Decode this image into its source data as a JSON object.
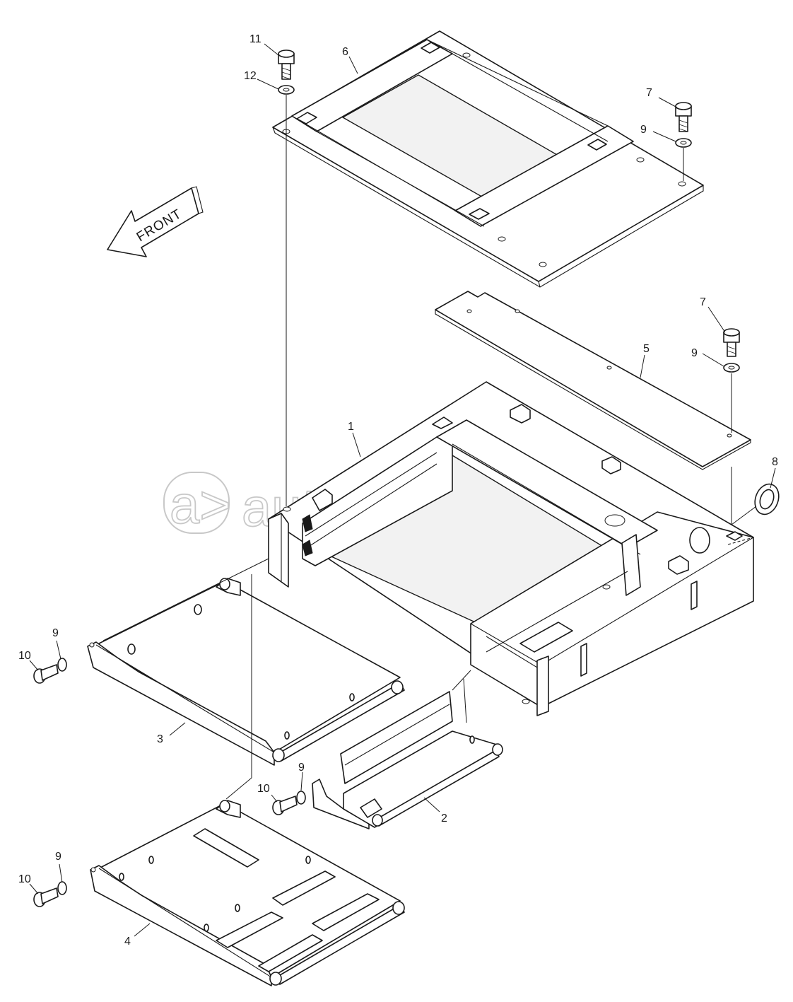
{
  "direction_label": "FRONT",
  "watermark": {
    "mark": "a>",
    "text": "autopiter.ru"
  },
  "callouts": {
    "c1": "1",
    "c2": "2",
    "c3": "3",
    "c4": "4",
    "c5": "5",
    "c6": "6",
    "c7_top": "7",
    "c7_mid": "7",
    "c8": "8",
    "c9_top": "9",
    "c9_mid": "9",
    "c9_left_a": "9",
    "c9_center": "9",
    "c9_left_b": "9",
    "c10_left_a": "10",
    "c10_center": "10",
    "c10_left_b": "10",
    "c11": "11",
    "c12": "12"
  }
}
